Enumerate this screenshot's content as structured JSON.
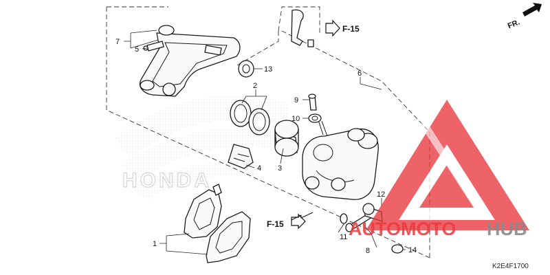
{
  "diagram": {
    "part_labels": {
      "p1": "1",
      "p2": "2",
      "p3": "3",
      "p4": "4",
      "p5": "5",
      "p6": "6",
      "p7": "7",
      "p8": "8",
      "p9": "9",
      "p10": "10",
      "p11": "11",
      "p12": "12",
      "p13": "13",
      "p14": "14"
    },
    "references": {
      "top": "F-15",
      "bottom": "F-15"
    },
    "direction": "FR.",
    "watermark_text": "HONDA",
    "diagram_code": "K2E4F1700"
  },
  "logo": {
    "word_1": "AUTOMOTO",
    "word_2": "HUB",
    "colors": {
      "red": "#e8383d",
      "gray": "#8a8a8a"
    }
  }
}
